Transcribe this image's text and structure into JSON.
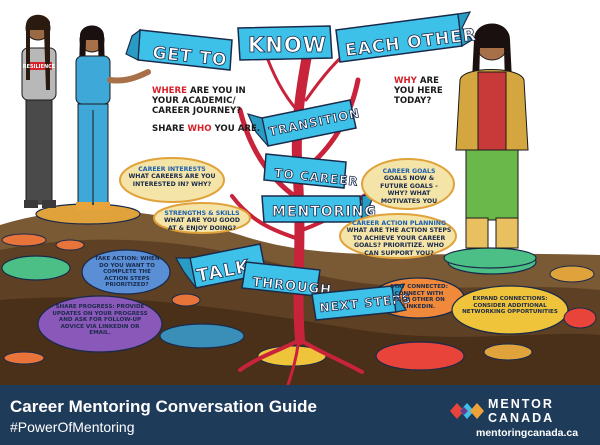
{
  "ribbons": {
    "get_to": "GET TO",
    "know": "KNOW",
    "each_other": "EACH OTHER",
    "transition": "TRANSITION",
    "to_career": "TO CAREER",
    "mentoring": "MENTORING",
    "talk": "TALK",
    "through": "THROUGH",
    "next_steps": "NEXT STEPS"
  },
  "prompts": {
    "where_red": "WHERE",
    "where_rest": "ARE YOU IN YOUR ACADEMIC/ CAREER JOURNEY?",
    "share": "SHARE",
    "who_red": "WHO",
    "who_rest": "YOU ARE.",
    "why_red": "WHY",
    "why_rest": "ARE YOU HERE TODAY?"
  },
  "bubbles": {
    "interests_title": "CAREER INTERESTS",
    "interests_body": "WHAT CAREERS ARE YOU INTERESTED IN? WHY?",
    "skills_title": "STRENGTHS & SKILLS",
    "skills_body": "WHAT ARE YOU GOOD AT & ENJOY DOING?",
    "goals_title": "CAREER GOALS",
    "goals_body": "GOALS NOW & FUTURE GOALS - WHY? WHAT MOTIVATES YOU",
    "planning_title": "CAREER ACTION PLANNING",
    "planning_body": "WHAT ARE THE ACTION STEPS TO ACHIEVE YOUR CAREER GOALS? PRIORITIZE. WHO CAN SUPPORT YOU?"
  },
  "stones": {
    "take_action": "TAKE ACTION: WHEN DO YOU WANT TO COMPLETE THE ACTION STEPS PRIORITIZED?",
    "share_progress": "SHARE PROGRESS: PROVIDE UPDATES ON YOUR PROGRESS AND ASK FOR FOLLOW-UP ADVICE VIA LINKEDIN OR EMAIL.",
    "stay_connected": "STAY CONNECTED: CONNECT WITH EACH OTHER ON LINKEDIN.",
    "expand": "EXPAND CONNECTIONS: CONSIDER ADDITIONAL NETWORKING OPPORTUNITIES"
  },
  "shirt_text": "RESILIENCE",
  "footer": {
    "title": "Career Mentoring Conversation Guide",
    "hashtag": "#PowerOfMentoring",
    "brand_line1": "MENTOR",
    "brand_line2": "CANADA",
    "brand_url": "mentoringcanada.ca"
  },
  "colors": {
    "ribbon": "#3ec1e8",
    "footer_bg": "#1f3b5a",
    "tree": "#c8233a",
    "ground": "#6b4a2b",
    "accent_red": "#d6202a",
    "accent_blue": "#1b5fb0"
  }
}
